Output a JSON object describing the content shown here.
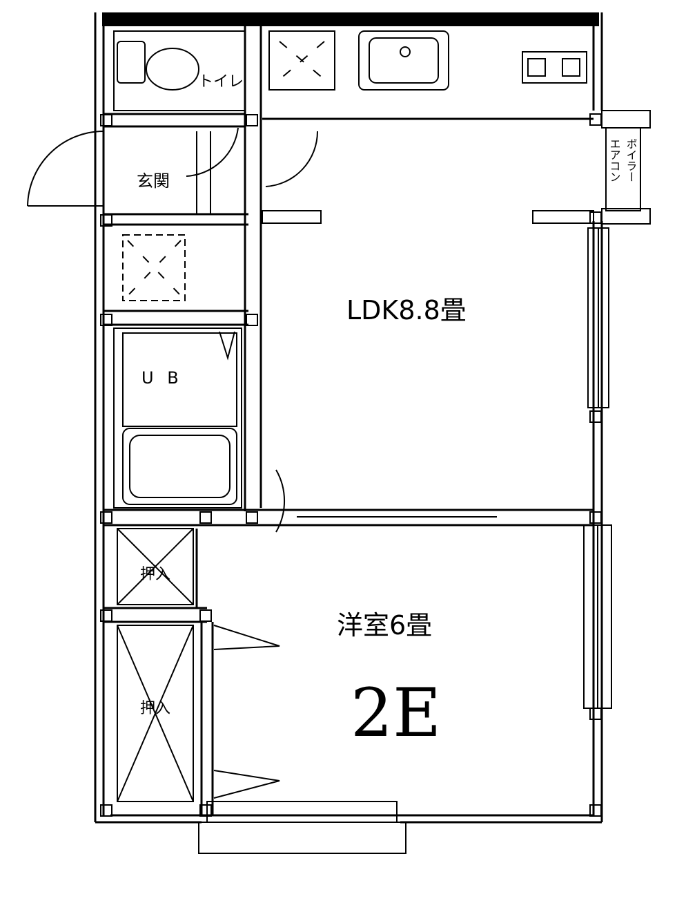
{
  "rooms": {
    "toilet": "トイレ",
    "entrance": "玄関",
    "ldk": "LDK8.8畳",
    "unit_bath": "U B",
    "closet_1": "押入",
    "closet_2": "押入",
    "western_room": "洋室6畳",
    "unit_number": "2E"
  },
  "equipment": {
    "aircon": "エアコン",
    "boiler": "ボイラー"
  }
}
